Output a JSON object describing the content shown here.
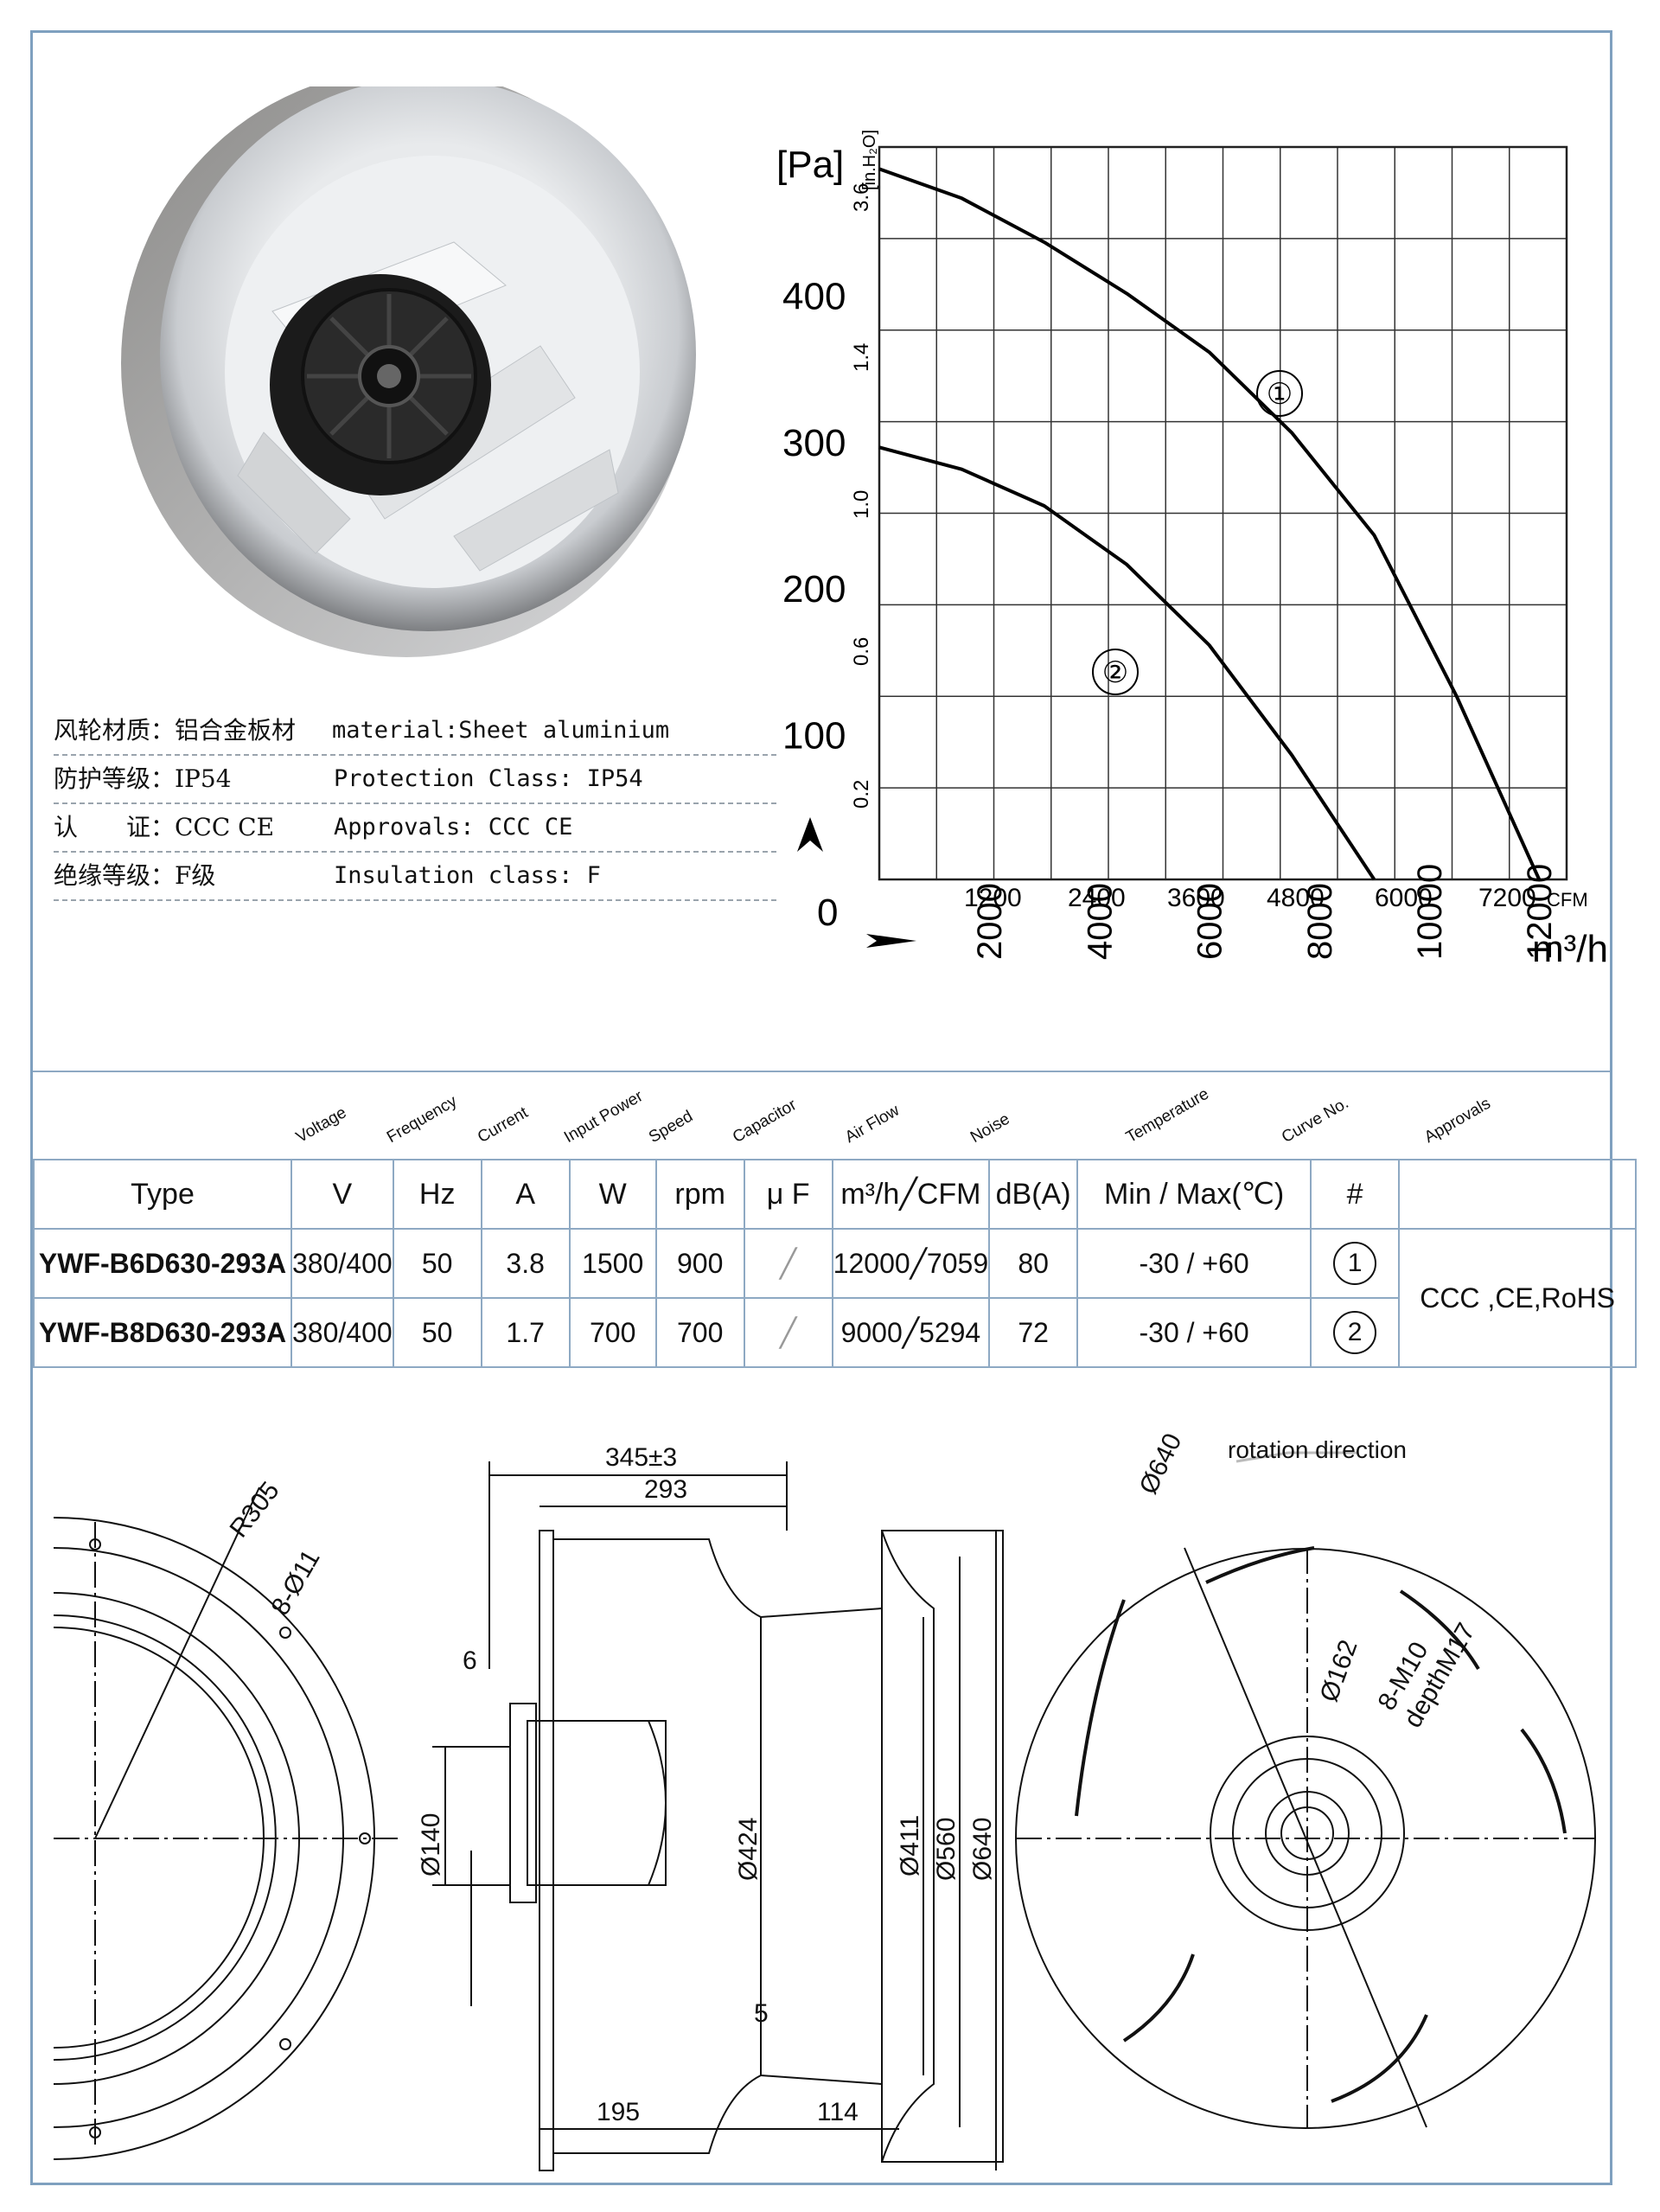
{
  "specs": [
    {
      "zh": "风轮材质：铝合金板材",
      "en": "material:Sheet aluminium"
    },
    {
      "zh": "防护等级：IP54",
      "en": "Protection Class: IP54"
    },
    {
      "zh": "认　　证：CCC CE",
      "en": "Approvals: CCC  CE"
    },
    {
      "zh": "绝缘等级：F级",
      "en": "Insulation class: F"
    }
  ],
  "chart_data": {
    "type": "line",
    "title": "",
    "ylabel": "[Pa]",
    "y2label": "[in.H₂O]",
    "xlabel": "m³/h",
    "x2label": "CFM",
    "xlim": [
      0,
      12500
    ],
    "ylim": [
      0,
      500
    ],
    "y_ticks": [
      0,
      100,
      200,
      300,
      400
    ],
    "y_tick_labels": [
      "0",
      "100",
      "200",
      "300",
      "400"
    ],
    "y2_ticks": [
      "0.2",
      "0.6",
      "1.0",
      "1.4",
      "3.6"
    ],
    "x_ticks": [
      2000,
      4000,
      6000,
      8000,
      10000,
      12000
    ],
    "x_tick_labels": [
      "2000",
      "4000",
      "6000",
      "8000",
      "10000",
      "12000"
    ],
    "x2_tick_labels": [
      "1200",
      "2400",
      "3600",
      "4800",
      "6000",
      "7200"
    ],
    "grid": true,
    "series": [
      {
        "name": "1",
        "x": [
          0,
          1500,
          3000,
          4500,
          6000,
          7500,
          9000,
          10500,
          12000
        ],
        "y": [
          485,
          465,
          435,
          400,
          360,
          305,
          235,
          125,
          0
        ]
      },
      {
        "name": "2",
        "x": [
          0,
          1500,
          3000,
          4500,
          6000,
          7500,
          9000
        ],
        "y": [
          295,
          280,
          255,
          215,
          160,
          85,
          0
        ]
      }
    ],
    "curve_labels": [
      "①",
      "②"
    ]
  },
  "table": {
    "header_rot": [
      "Voltage",
      "Frequency",
      "Current",
      "Input Power",
      "Speed",
      "Capacitor",
      "Air Flow",
      "Noise",
      "Temperature",
      "Curve No.",
      "Approvals"
    ],
    "units": [
      "Type",
      "V",
      "Hz",
      "A",
      "W",
      "rpm",
      "μ F",
      "m³/h╱CFM",
      "dB(A)",
      "Min / Max(℃)",
      "#"
    ],
    "rows": [
      {
        "type": "YWF-B6D630-293A",
        "voltage": "380/400",
        "freq": "50",
        "current": "3.8",
        "power": "1500",
        "speed": "900",
        "capacitor": "╱",
        "airflow": "12000╱7059",
        "noise": "80",
        "temp": "-30 / +60",
        "curve": "1"
      },
      {
        "type": "YWF-B8D630-293A",
        "voltage": "380/400",
        "freq": "50",
        "current": "1.7",
        "power": "700",
        "speed": "700",
        "capacitor": "╱",
        "airflow": "9000╱5294",
        "noise": "72",
        "temp": "-30 / +60",
        "curve": "2"
      }
    ],
    "approvals": "CCC ,CE,RoHS"
  },
  "drawing": {
    "left": {
      "r": "R305",
      "holes": "8-Ø11"
    },
    "mid": {
      "overall": "345±3",
      "depth": "293",
      "flange": "6",
      "motor_dia": "Ø140",
      "inlet": "Ø424",
      "d411": "Ø411",
      "d560": "Ø560",
      "d640": "Ø640",
      "gap": "5",
      "l195": "195",
      "l114": "114"
    },
    "right": {
      "rotation": "rotation direction",
      "d640": "Ø640",
      "d162": "Ø162",
      "thread": "8-M10",
      "depth": "depthM17"
    }
  }
}
